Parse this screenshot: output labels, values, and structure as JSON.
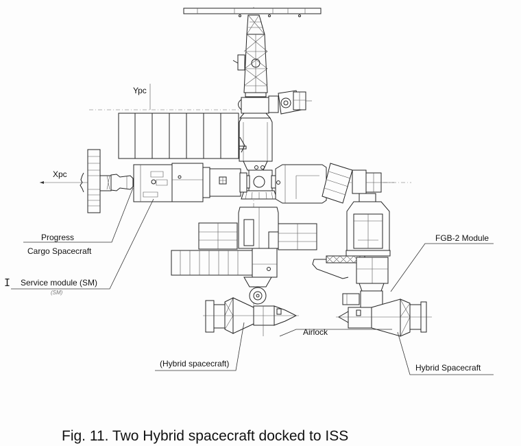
{
  "figure": {
    "caption": "Fig. 11. Two Hybrid spacecraft docked to ISS",
    "axes": {
      "x_label": "Xpc",
      "y_label": "Ypc"
    },
    "labels": {
      "progress_line1": "Progress",
      "progress_line2": "Cargo Spacecraft",
      "service_module": "Service module (SM)",
      "service_module_sub": "(SM)",
      "fgb2_module": "FGB-2 Module",
      "airlock": "Airlock",
      "hybrid_left": "(Hybrid spacecraft)",
      "hybrid_right": "Hybrid Spacecraft"
    },
    "cursor_glyph": "I"
  }
}
